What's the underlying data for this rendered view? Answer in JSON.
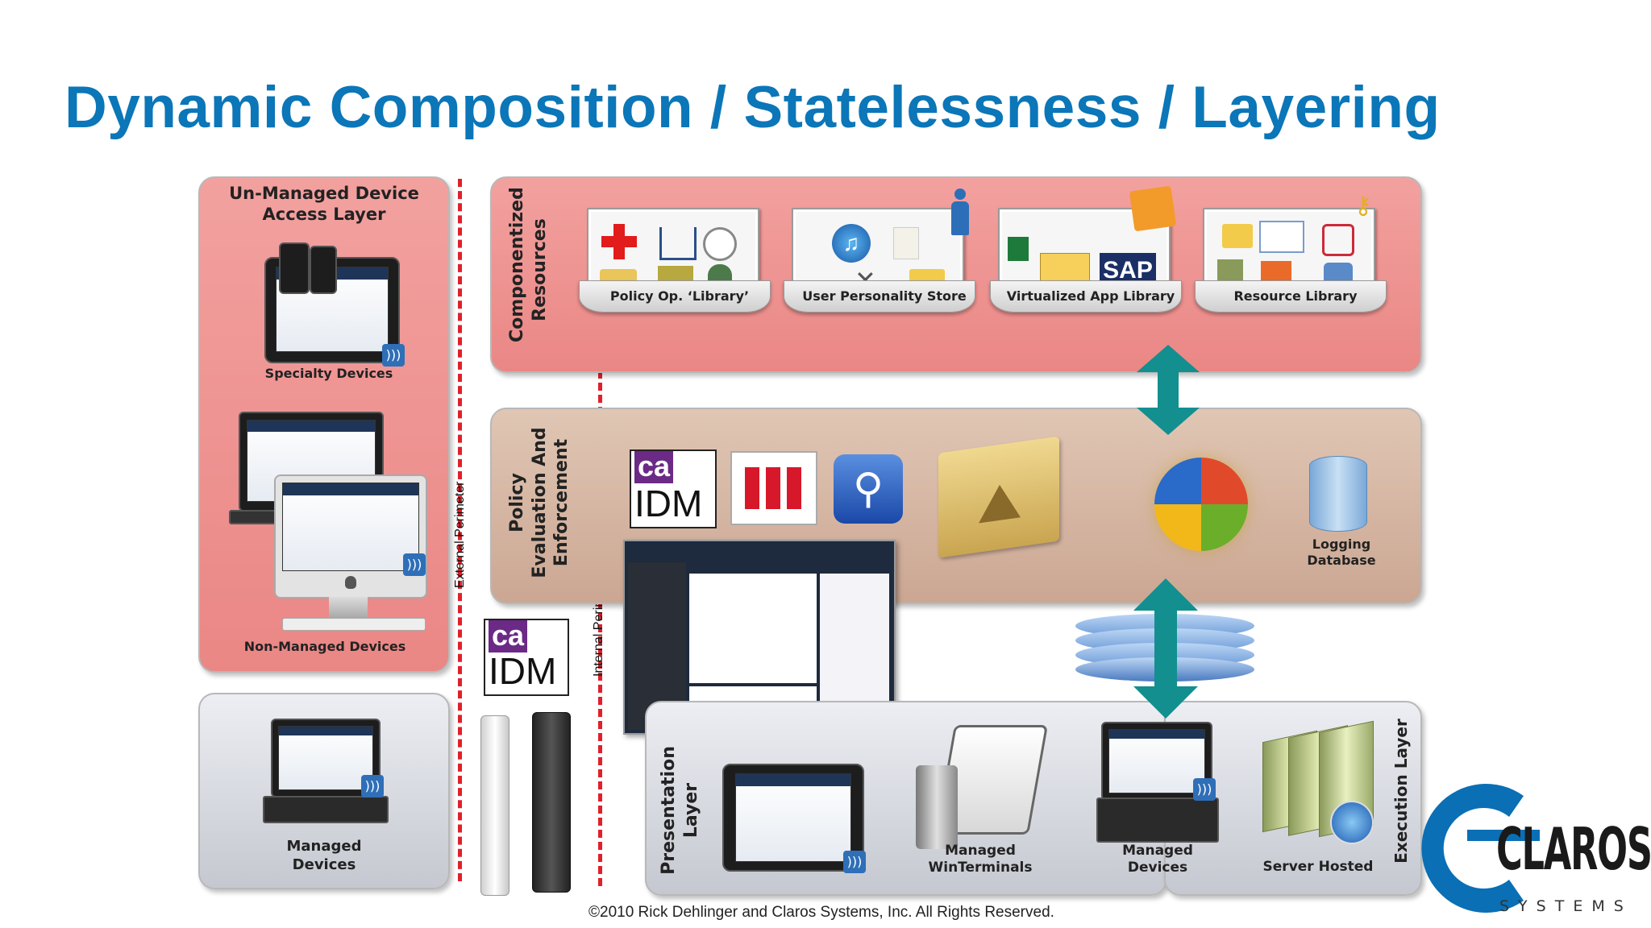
{
  "title": "Dynamic Composition / Statelessness / Layering",
  "left_panel": {
    "title": "Un-Managed Device Access Layer",
    "specialty": "Specialty Devices",
    "nonmanaged": "Non-Managed Devices"
  },
  "managed_left": "Managed Devices",
  "perimeters": {
    "external": "External Perimeter",
    "internal": "Internal Perimeter"
  },
  "componentized": {
    "label": "Componentized Resources",
    "items": [
      "Policy Op. ‘Library’",
      "User Personality Store",
      "Virtualized App Library",
      "Resource Library"
    ]
  },
  "policy": {
    "label": "Policy Evaluation And Enforcement",
    "logging": "Logging Database",
    "ca": "ca",
    "idm": "IDM"
  },
  "presentation": {
    "label": "Presentation Layer",
    "winterminals": "Managed WinTerminals",
    "managed": "Managed Devices"
  },
  "execution": {
    "label": "Execution Layer",
    "server": "Server Hosted"
  },
  "sap": "SAP",
  "logo": {
    "name": "CLAROS",
    "sub": "SYSTEMS"
  },
  "copyright": "©2010 Rick Dehlinger and Claros Systems, Inc. All Rights Reserved.",
  "colors": {
    "title": "#0b76b8",
    "arrow": "#138f8f",
    "perimeter": "#e0202a",
    "logo": "#0a6fb5"
  }
}
